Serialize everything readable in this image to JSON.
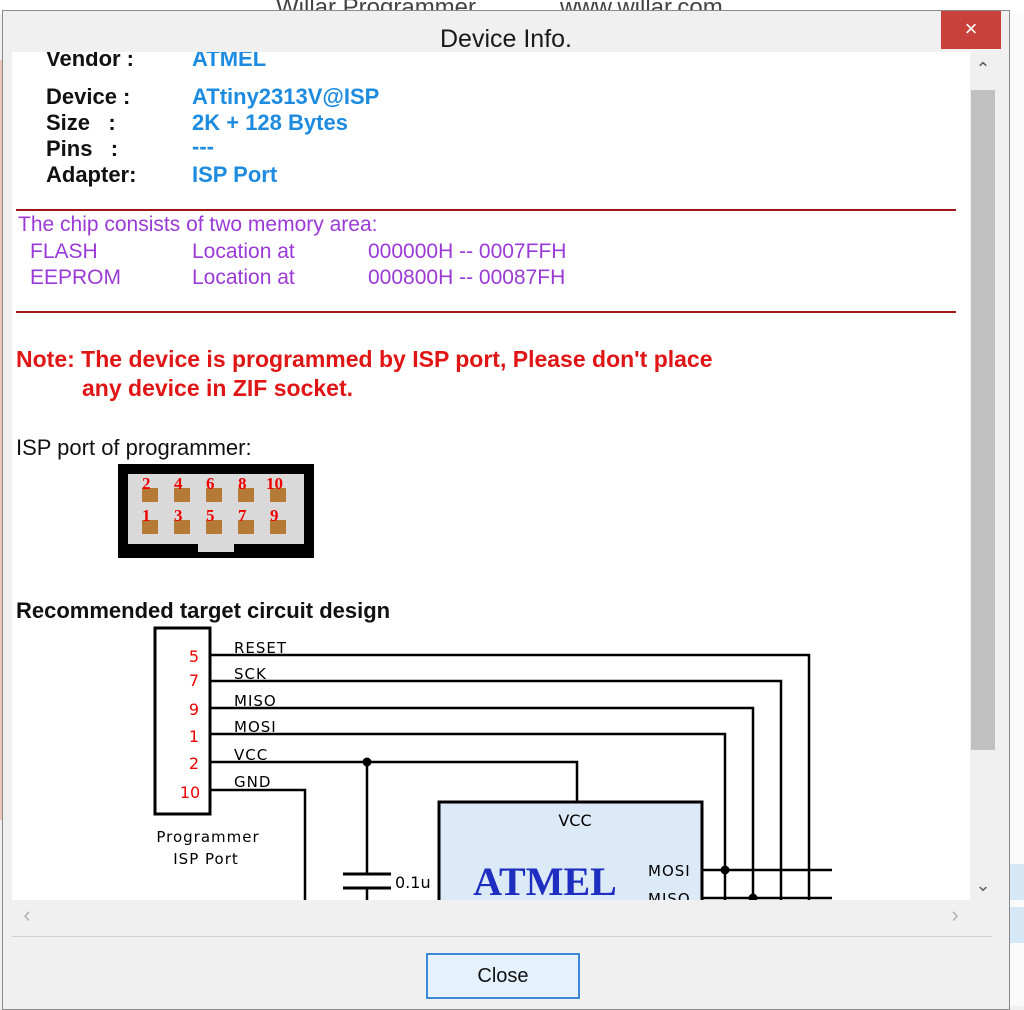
{
  "background": {
    "window_title_left": "Willar Programmer",
    "window_title_right": "www.willar.com"
  },
  "dialog": {
    "title": "Device Info.",
    "close_icon": "×",
    "close_button": "Close"
  },
  "device": {
    "vendor_label": "Vendor :",
    "vendor_value": "ATMEL",
    "device_label": "Device :",
    "device_value": "ATtiny2313V@ISP",
    "size_label": "Size   :",
    "size_value": "2K + 128 Bytes",
    "pins_label": "Pins   :",
    "pins_value": "---",
    "adapter_label": "Adapter:",
    "adapter_value": "ISP Port"
  },
  "memory": {
    "intro": "The chip consists of two memory area:",
    "rows": [
      {
        "name": "FLASH",
        "loc": "Location at",
        "range": "000000H -- 0007FFH"
      },
      {
        "name": "EEPROM",
        "loc": "Location at",
        "range": "000800H -- 00087FH"
      }
    ]
  },
  "note": {
    "line1": "Note: The device is programmed by ISP port, Please don't place",
    "line2": "any device in ZIF socket."
  },
  "isp": {
    "label": "ISP port of programmer:",
    "top_pins": [
      "2",
      "4",
      "6",
      "8",
      "10"
    ],
    "bottom_pins": [
      "1",
      "3",
      "5",
      "7",
      "9"
    ]
  },
  "circuit": {
    "heading": "Recommended target circuit design",
    "pin_numbers": [
      "5",
      "7",
      "9",
      "1",
      "2",
      "10"
    ],
    "signals": [
      "RESET",
      "SCK",
      "MISO",
      "MOSI",
      "VCC",
      "GND"
    ],
    "programmer_label_1": "Programmer",
    "programmer_label_2": "ISP Port",
    "chip_vcc": "VCC",
    "chip_brand": "ATMEL",
    "chip_mosi": "MOSI",
    "chip_miso": "MISO",
    "capacitor": "0.1u"
  },
  "colors": {
    "accent_blue": "#1c8be0",
    "purple": "#9b3ad6",
    "note_red": "#e01515",
    "rule_red": "#a01818",
    "close_red": "#c8413a"
  }
}
